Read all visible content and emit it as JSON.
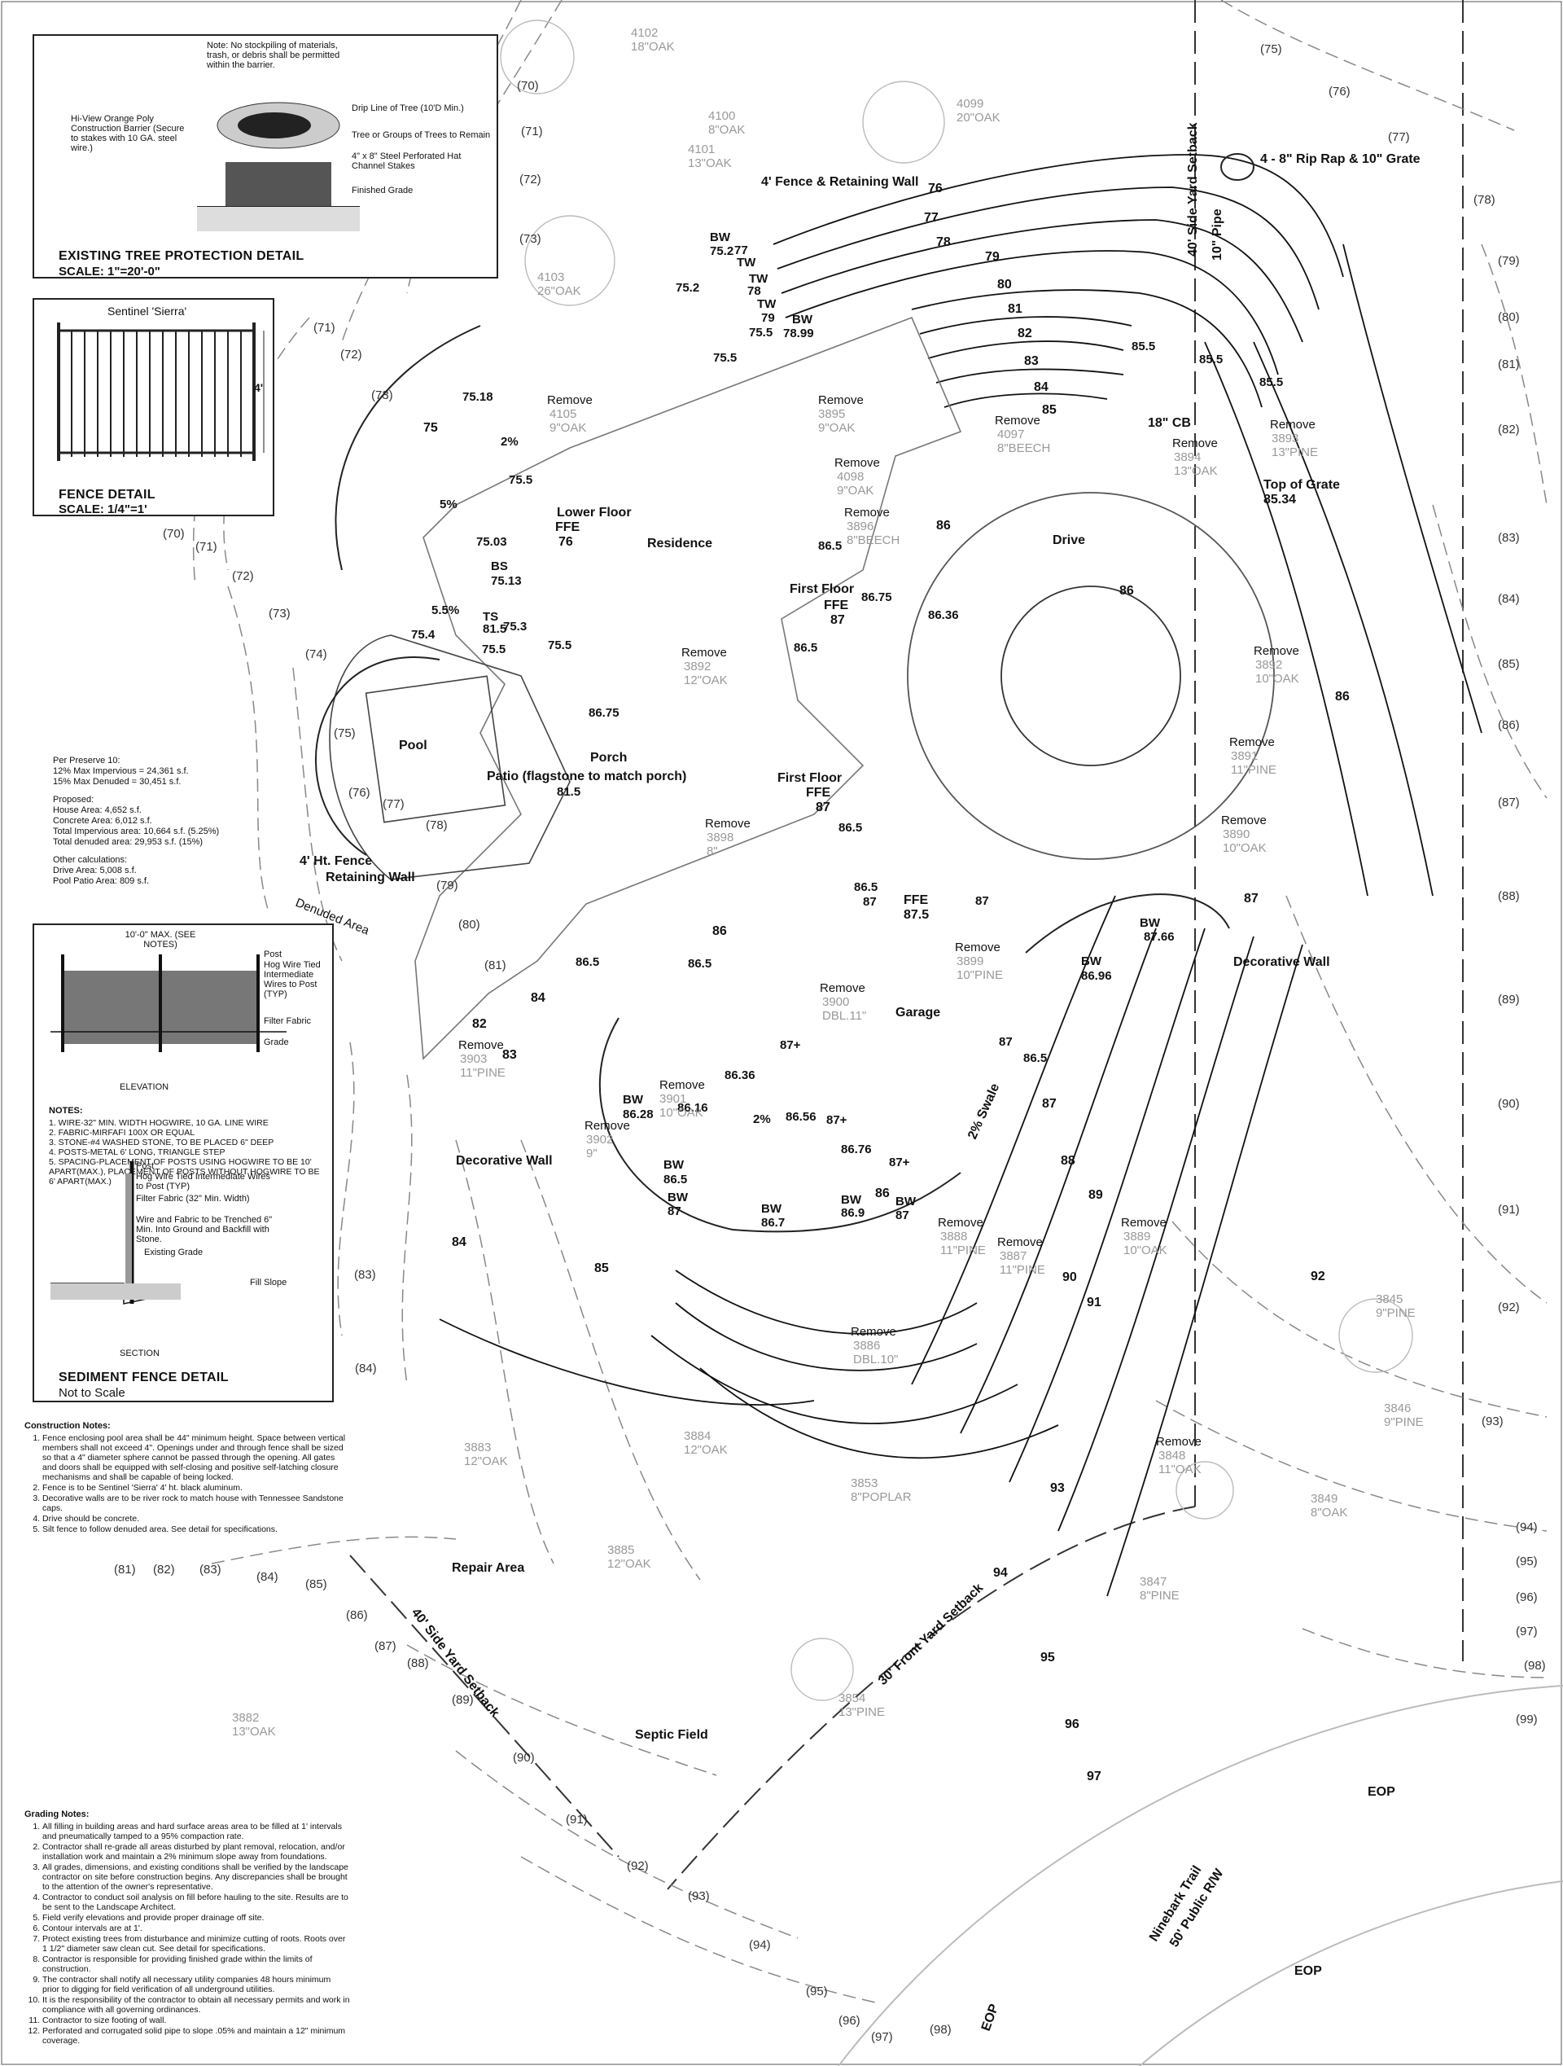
{
  "tree_protection_detail": {
    "title": "EXISTING TREE PROTECTION DETAIL",
    "scale": "SCALE: 1\"=20'-0\"",
    "note": "Note: No stockpiling of materials, trash, or debris shall be permitted within the barrier.",
    "labels": [
      "Drip Line of Tree (10'D Min.)",
      "Tree or Groups of Trees to Remain",
      "4\" x 8\" Steel Perforated Hat Channel Stakes",
      "Finished Grade"
    ],
    "barrier_label": "Hi-View Orange Poly Construction Barrier (Secure to stakes with 10 GA. steel wire.)"
  },
  "fence_detail": {
    "title": "FENCE DETAIL",
    "scale": "SCALE: 1/4\"=1'",
    "product": "Sentinel 'Sierra'",
    "height": "4'"
  },
  "sediment_detail": {
    "title": "SEDIMENT FENCE DETAIL",
    "scale": "Not to Scale",
    "top_dim": "10'-0\" MAX. (SEE NOTES)",
    "labels": [
      "Post",
      "Hog Wire Tied Intermediate Wires to Post (TYP)",
      "Filter Fabric",
      "Grade"
    ],
    "elevation": "ELEVATION",
    "notes_title": "NOTES:",
    "notes": [
      "1. WIRE-32\" MIN. WIDTH HOGWIRE, 10 GA. LINE WIRE",
      "2. FABRIC-MIRFAFI 100X OR EQUAL",
      "3. STONE-#4 WASHED STONE, TO BE PLACED 6\" DEEP",
      "4. POSTS-METAL 6' LONG, TRIANGLE STEP",
      "5. SPACING-PLACEMENT OF POSTS USING HOGWIRE TO BE 10' APART(MAX.), PLACEMENT OF POSTS WITHOUT HOGWIRE TO BE 6' APART(MAX.)"
    ],
    "section_labels": [
      "Post",
      "Hog Wire Tied Intermediate Wires to Post (TYP)",
      "Filter Fabric (32\" Min. Width)",
      "Wire and Fabric to be Trenched 6\" Min. Into Ground and Backfill with Stone.",
      "Existing Grade",
      "Fill Slope"
    ],
    "section": "SECTION"
  },
  "calculations": {
    "preserve": [
      "Per Preserve 10:",
      "12% Max Impervious = 24,361 s.f.",
      "15% Max Denuded = 30,451 s.f."
    ],
    "proposed": [
      "Proposed:",
      "House Area: 4,652 s.f.",
      "Concrete Area: 6,012 s.f.",
      "Total Impervious area: 10,664 s.f. (5.25%)",
      "Total denuded area: 29,953 s.f. (15%)"
    ],
    "other": [
      "Other calculations:",
      "Drive Area: 5,008 s.f.",
      "Pool Patio Area: 809 s.f."
    ]
  },
  "construction_notes": {
    "title": "Construction Notes:",
    "items": [
      "Fence enclosing pool area shall be 44\" minimum height. Space between vertical members shall not exceed 4\". Openings under and through fence shall be sized so that a 4\" diameter sphere cannot be passed through the opening. All gates and doors shall be equipped with self-closing and positive self-latching closure mechanisms and shall be capable of being locked.",
      "Fence is to be Sentinel 'Sierra' 4' ht. black aluminum.",
      "Decorative walls are to be river rock to match house with Tennessee Sandstone caps.",
      "Drive should be concrete.",
      "Silt fence to follow denuded area. See detail for specifications."
    ]
  },
  "grading_notes": {
    "title": "Grading Notes:",
    "items": [
      "All filling in building areas and hard surface areas area to be filled at 1' intervals and pneumatically tamped to a 95% compaction rate.",
      "Contractor shall re-grade all areas disturbed by plant removal, relocation, and/or installation work and maintain a 2% minimum slope away from foundations.",
      "All grades, dimensions, and existing conditions shall be verified by the landscape contractor on site before construction begins. Any discrepancies shall be brought to the attention of the owner's representative.",
      "Contractor to conduct soil analysis on fill before hauling to the site. Results are to be sent to the Landscape Architect.",
      "Field verify elevations and provide proper drainage off site.",
      "Contour intervals are at 1'.",
      "Protect existing trees from disturbance and minimize cutting of roots. Roots over 1 1/2\" diameter saw clean cut. See detail for specifications.",
      "Contractor is responsible for providing finished grade within the limits of construction.",
      "The contractor shall notify all necessary utility companies 48 hours minimum prior to digging for field verification of all underground utilities.",
      "It is the responsibility of the contractor to obtain all necessary permits and work in compliance with all governing ordinances.",
      "Contractor to size footing of wall.",
      "Perforated and corrugated solid pipe to slope .05% and maintain a 12\" minimum coverage."
    ]
  },
  "plan": {
    "areas": [
      "Residence",
      "Pool",
      "Patio (flagstone to match porch)",
      "Porch",
      "Drive",
      "Garage",
      "Repair Area",
      "Septic Field",
      "Denuded Area"
    ],
    "walls": [
      "4' Fence & Retaining Wall",
      "4' Ht. Fence",
      "Retaining Wall",
      "Decorative Wall",
      "Decorative Wall"
    ],
    "floors": [
      "Lower Floor",
      "FFE",
      "76",
      "First Floor",
      "FFE",
      "87",
      "First Floor",
      "FFE",
      "87",
      "FFE",
      "87.5"
    ],
    "setbacks": [
      "40' Side Yard Setback",
      "40' Side Yard Setback",
      "30' Front Yard Setback"
    ],
    "road": [
      "Ninebark Trail",
      "50' Public R/W",
      "EOP",
      "EOP",
      "EOP"
    ],
    "drainage": [
      "4 - 8\" Rip Rap & 10\" Grate",
      "10\" Pipe",
      "18\" CB",
      "Top of Grate",
      "85.34"
    ],
    "swale": "2% Swale",
    "trees": [
      {
        "id": "4102",
        "desc": "18\"OAK"
      },
      {
        "id": "4100",
        "desc": "8\"OAK"
      },
      {
        "id": "4101",
        "desc": "13\"OAK"
      },
      {
        "id": "4099",
        "desc": "20\"OAK"
      },
      {
        "id": "4103",
        "desc": "26\"OAK"
      },
      {
        "id": "4105",
        "desc": "9\"OAK"
      },
      {
        "id": "3895",
        "desc": "9\"OAK"
      },
      {
        "id": "4097",
        "desc": "8\"BEECH"
      },
      {
        "id": "4098",
        "desc": "9\"OAK"
      },
      {
        "id": "3896",
        "desc": "8\"BEECH"
      },
      {
        "id": "3893",
        "desc": "13\"PINE"
      },
      {
        "id": "3894",
        "desc": "13\"OAK"
      },
      {
        "id": "3892",
        "desc": "12\"OAK"
      },
      {
        "id": "3892",
        "desc": "10\"OAK"
      },
      {
        "id": "3891",
        "desc": "11\"PINE"
      },
      {
        "id": "3890",
        "desc": "10\"OAK"
      },
      {
        "id": "3898",
        "desc": "8\""
      },
      {
        "id": "3899",
        "desc": "10\"PINE"
      },
      {
        "id": "3900",
        "desc": "DBL.11\""
      },
      {
        "id": "3903",
        "desc": "11\"PINE"
      },
      {
        "id": "3901",
        "desc": "10\"OAK"
      },
      {
        "id": "3902",
        "desc": "9\""
      },
      {
        "id": "3888",
        "desc": "11\"PINE"
      },
      {
        "id": "3887",
        "desc": "11\"PINE"
      },
      {
        "id": "3889",
        "desc": "10\"OAK"
      },
      {
        "id": "3886",
        "desc": "DBL.10\""
      },
      {
        "id": "3845",
        "desc": "9\"PINE"
      },
      {
        "id": "3846",
        "desc": "9\"PINE"
      },
      {
        "id": "3883",
        "desc": "12\"OAK"
      },
      {
        "id": "3884",
        "desc": "12\"OAK"
      },
      {
        "id": "3853",
        "desc": "8\"POPLAR"
      },
      {
        "id": "3848",
        "desc": "11\"OAK"
      },
      {
        "id": "3849",
        "desc": "8\"OAK"
      },
      {
        "id": "3885",
        "desc": "12\"OAK"
      },
      {
        "id": "3847",
        "desc": "8\"PINE"
      },
      {
        "id": "3854",
        "desc": "13\"PINE"
      },
      {
        "id": "3882",
        "desc": "13\"OAK"
      }
    ],
    "remove_label": "Remove"
  }
}
